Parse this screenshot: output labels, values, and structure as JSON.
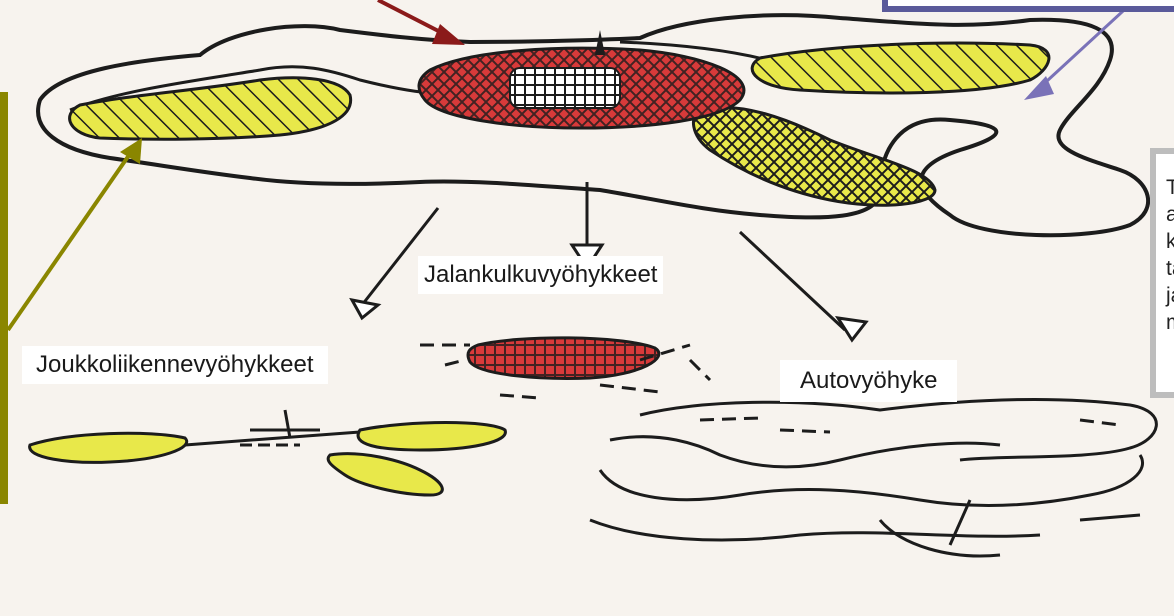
{
  "labels": {
    "pedestrian": "Jalankulkuvyöhykkeet",
    "transit": "Joukkoliikennevyöhykkeet",
    "car": "Autovyöhyke"
  },
  "side_note": {
    "visible_fragments": [
      "T",
      "a",
      "k",
      "ta",
      "ja",
      "m"
    ]
  },
  "colors": {
    "pedestrian_zone": "#d83a3a",
    "transit_zone": "#e8e84a",
    "outline": "#1c1c1c",
    "arrow_red": "#8b1a1a",
    "arrow_olive": "#8a8600",
    "arrow_purple": "#7a72b8",
    "paper": "#f7f3ee"
  }
}
